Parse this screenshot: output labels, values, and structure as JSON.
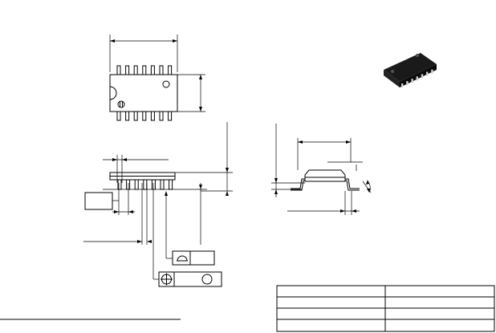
{
  "colors": {
    "stroke": "#000000",
    "background": "#ffffff",
    "package_photo": "#1a1a1a"
  },
  "icons": {
    "pin1_marker": "pin-one-marker-icon",
    "flatness_symbol": "flatness-symbol-icon",
    "position_symbol": "position-symbol-icon",
    "diameter_symbol": "diameter-circle-icon"
  },
  "package": {
    "pin_count_per_side": 7
  },
  "table": {
    "rows": 4,
    "columns": 2,
    "cells": [
      [
        "",
        ""
      ],
      [
        "",
        ""
      ],
      [
        "",
        ""
      ],
      [
        "",
        ""
      ]
    ]
  }
}
